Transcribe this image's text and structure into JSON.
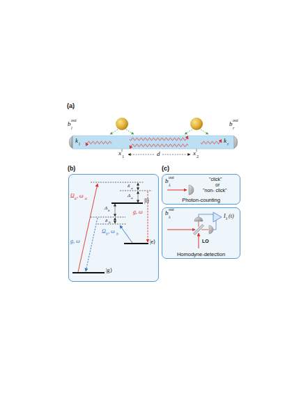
{
  "diagram": {
    "nodes": [
      {
        "text": [
          "(b)"
        ]
      },
      {
        "text": [
          "Photon-counting"
        ]
      },
      {
        "text": [
          "Homodyne-detection"
        ]
      }
    ],
    "labels": [
      "(a)",
      "b",
      "l",
      "out",
      "k",
      "l",
      "x",
      "1",
      "d",
      "x",
      "2",
      "k",
      "r",
      "b",
      "r",
      "out",
      "|l⟩",
      "|e⟩",
      "|g⟩",
      "Ω",
      "a",
      ", ω",
      "a",
      "Ω",
      "b",
      ", ω",
      "b",
      "g, ω",
      "g, ω",
      "δ",
      "a",
      "Δ",
      "a",
      "Δ",
      "b",
      "δ",
      "b",
      "(c)",
      "b",
      "λ",
      "out",
      "\"click\"",
      "or",
      "\"non- click\"",
      "b",
      "λ",
      "out",
      "LO",
      "I",
      "λ",
      "(t)"
    ]
  }
}
